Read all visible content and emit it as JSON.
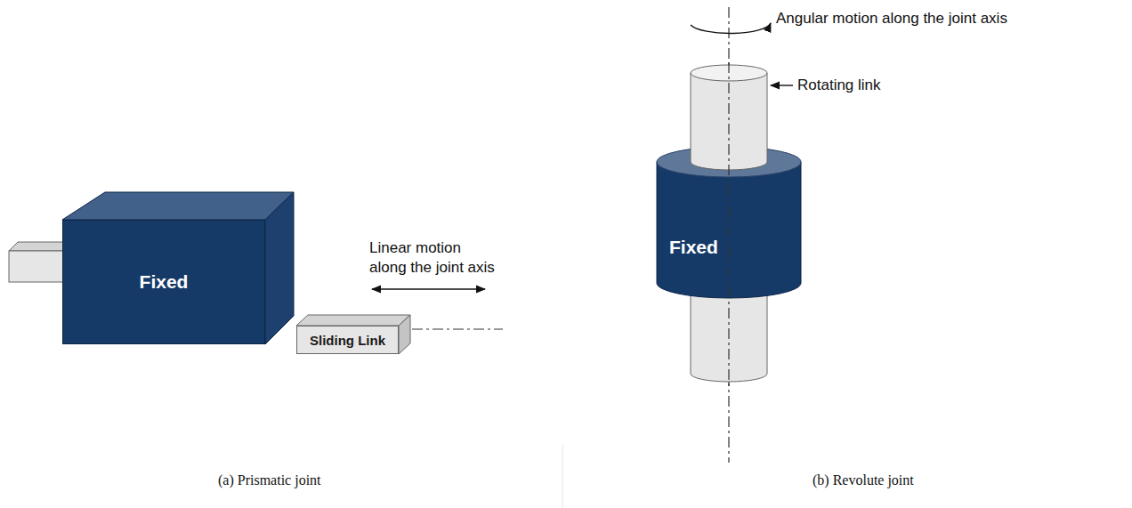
{
  "diagram": {
    "nodes": [
      {
        "text": [
          "Fixed"
        ]
      },
      {
        "text": [
          "Sliding Link"
        ]
      },
      {
        "text": [
          "Fixed"
        ]
      }
    ],
    "labels": [
      "Linear motion along the joint axis",
      "Angular motion along the joint axis",
      "Rotating link",
      "(a) Prismatic joint",
      "(b) Revolute joint"
    ]
  }
}
